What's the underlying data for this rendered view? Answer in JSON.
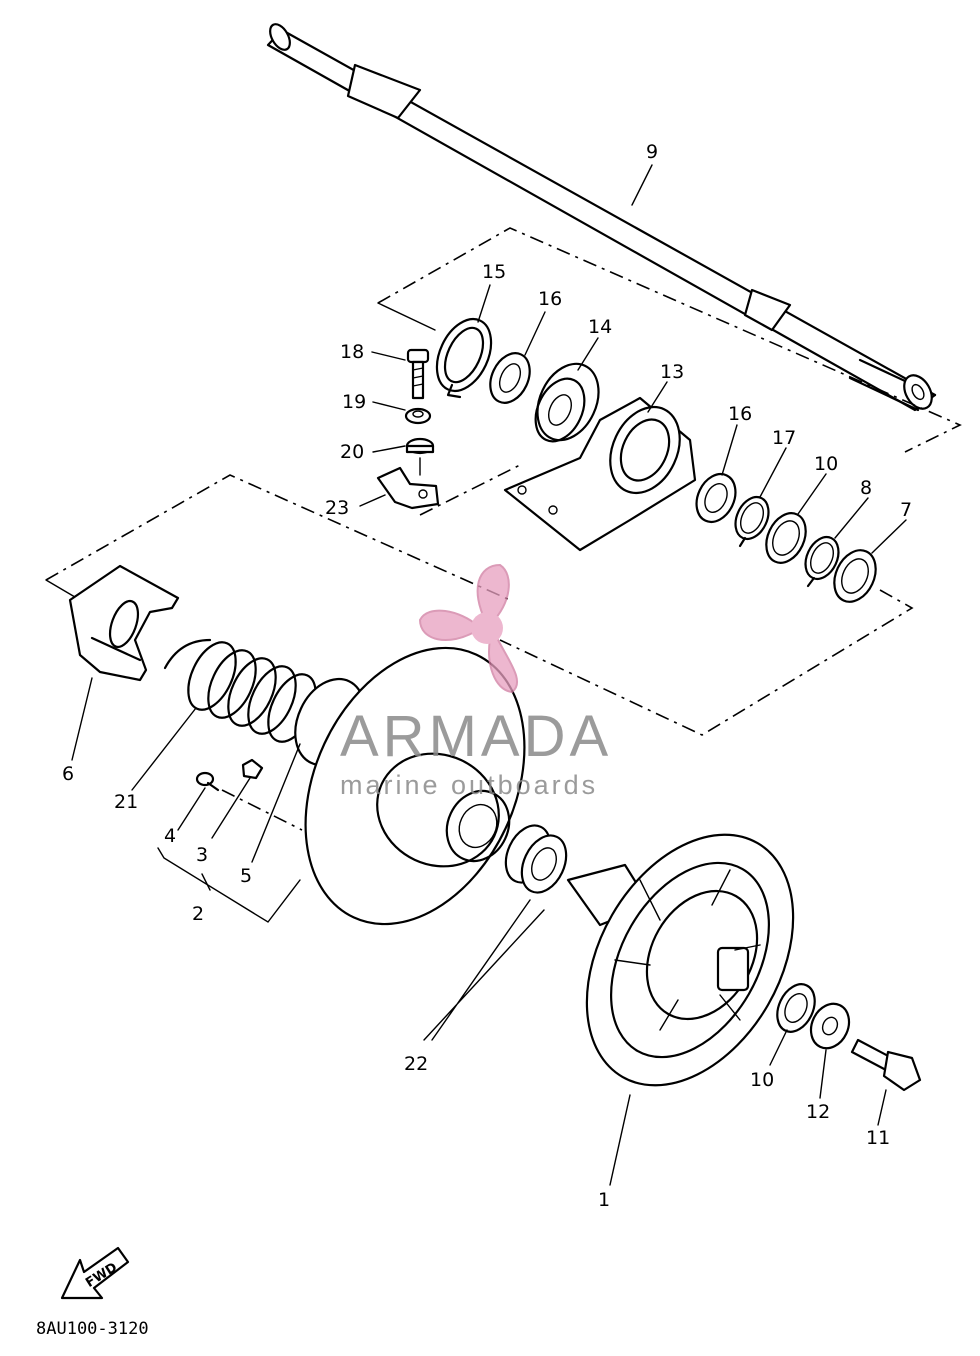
{
  "watermark": {
    "brand": "ARMADA",
    "tagline": "marine outboards",
    "logo_color": "#e8a0c0",
    "text_color": "#8a8a8a"
  },
  "footer": {
    "code": "8AU100-3120"
  },
  "direction_badge": {
    "label": "FWD"
  },
  "callouts": {
    "p1": "1",
    "p2": "2",
    "p3": "3",
    "p4": "4",
    "p5": "5",
    "p6": "6",
    "p7": "7",
    "p8": "8",
    "p9": "9",
    "p10a": "10",
    "p10b": "10",
    "p11": "11",
    "p12": "12",
    "p13": "13",
    "p14": "14",
    "p15": "15",
    "p16a": "16",
    "p16b": "16",
    "p17": "17",
    "p18": "18",
    "p19": "19",
    "p20": "20",
    "p21": "21",
    "p22": "22",
    "p23": "23"
  }
}
